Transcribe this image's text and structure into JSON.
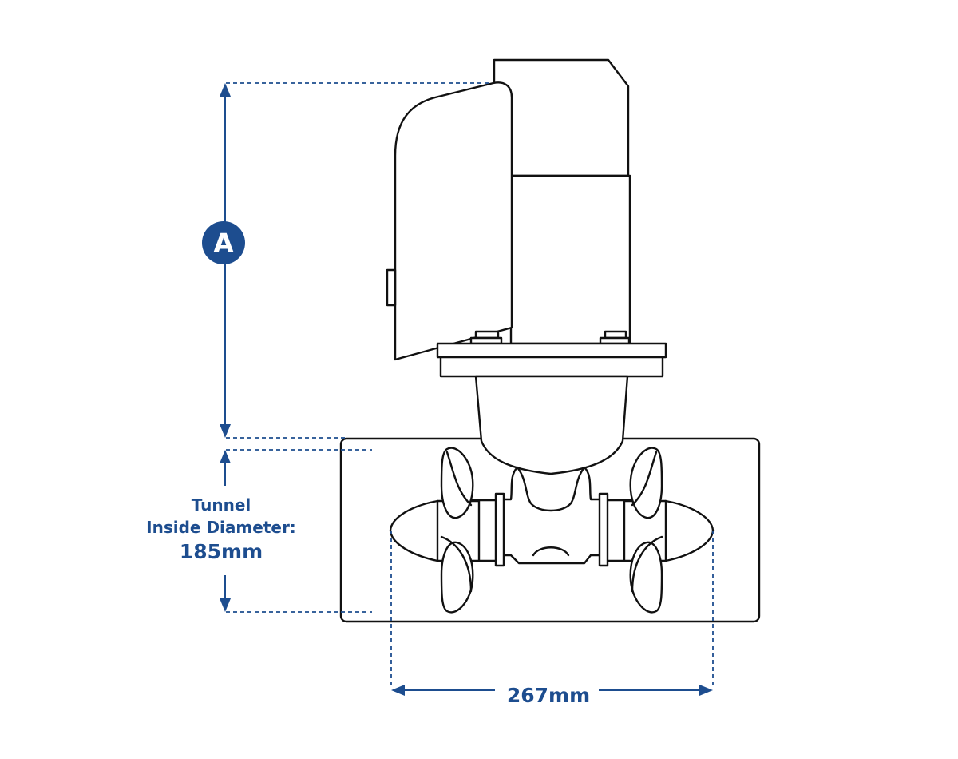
{
  "dimensions": {
    "height_marker": "A",
    "tunnel_label_line1": "Tunnel",
    "tunnel_label_line2": "Inside Diameter:",
    "tunnel_diameter": "185mm",
    "width_value": "267mm"
  },
  "colors": {
    "accent": "#1d4d8f",
    "outline": "#111111",
    "background": "#ffffff"
  }
}
